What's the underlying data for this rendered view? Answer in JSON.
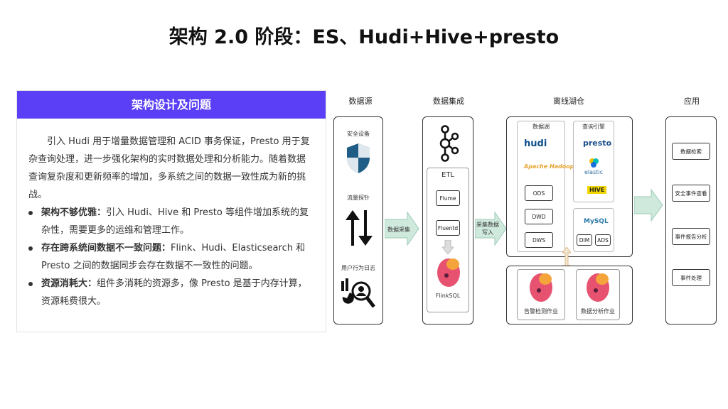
{
  "title": "架构 2.0 阶段：ES、Hudi+Hive+presto",
  "panel": {
    "heading": "架构设计及问题",
    "intro": "引入 Hudi 用于增量数据管理和 ACID 事务保证，Presto 用于复杂查询处理，进一步强化架构的实时数据处理和分析能力。随着数据查询复杂度和更新频率的增加，多系统之间的数据一致性成为新的挑战。",
    "bullets": [
      {
        "label": "架构不够优雅：",
        "text": "引入 Hudi、Hive 和 Presto 等组件增加系统的复杂性，需要更多的运维和管理工作。"
      },
      {
        "label": "存在跨系统间数据不一致问题：",
        "text": "Flink、Hudi、Elasticsearch 和 Presto 之间的数据同步会存在数据不一致性的问题。"
      },
      {
        "label": "资源消耗大：",
        "text": "组件多消耗的资源多，像 Presto 是基于内存计算，资源耗费很大。"
      }
    ]
  },
  "diagram": {
    "columns": [
      "数据源",
      "数据集成",
      "离线湖仓",
      "应用"
    ],
    "sources": [
      "安全设备",
      "流量探针",
      "用户行为日志"
    ],
    "arrow1": "数据采集",
    "etl": {
      "label": "ETL",
      "items": [
        "Flume",
        "Fluentd"
      ],
      "flink_label": "FlinkSQL"
    },
    "arrow2": "采集数据\n写入",
    "lake": {
      "label": "数据湖",
      "logos": [
        "hudi",
        "Apache Hadoop"
      ],
      "layers": [
        "ODS",
        "DWD",
        "DWS"
      ]
    },
    "query": {
      "label": "查询引擎",
      "logos": [
        "presto",
        "elastic",
        "HIVE",
        "MySQL"
      ],
      "boxes": [
        "DIM",
        "ADS"
      ]
    },
    "jobs": [
      "告警检测作业",
      "数据分析作业"
    ],
    "apps": [
      "数据检索",
      "安全事件查看",
      "事件报告分析",
      "事件处理"
    ],
    "colors": {
      "accent": "#5b3ff6",
      "arrow": "#cfe9dd",
      "flink": "#e6526f"
    }
  }
}
